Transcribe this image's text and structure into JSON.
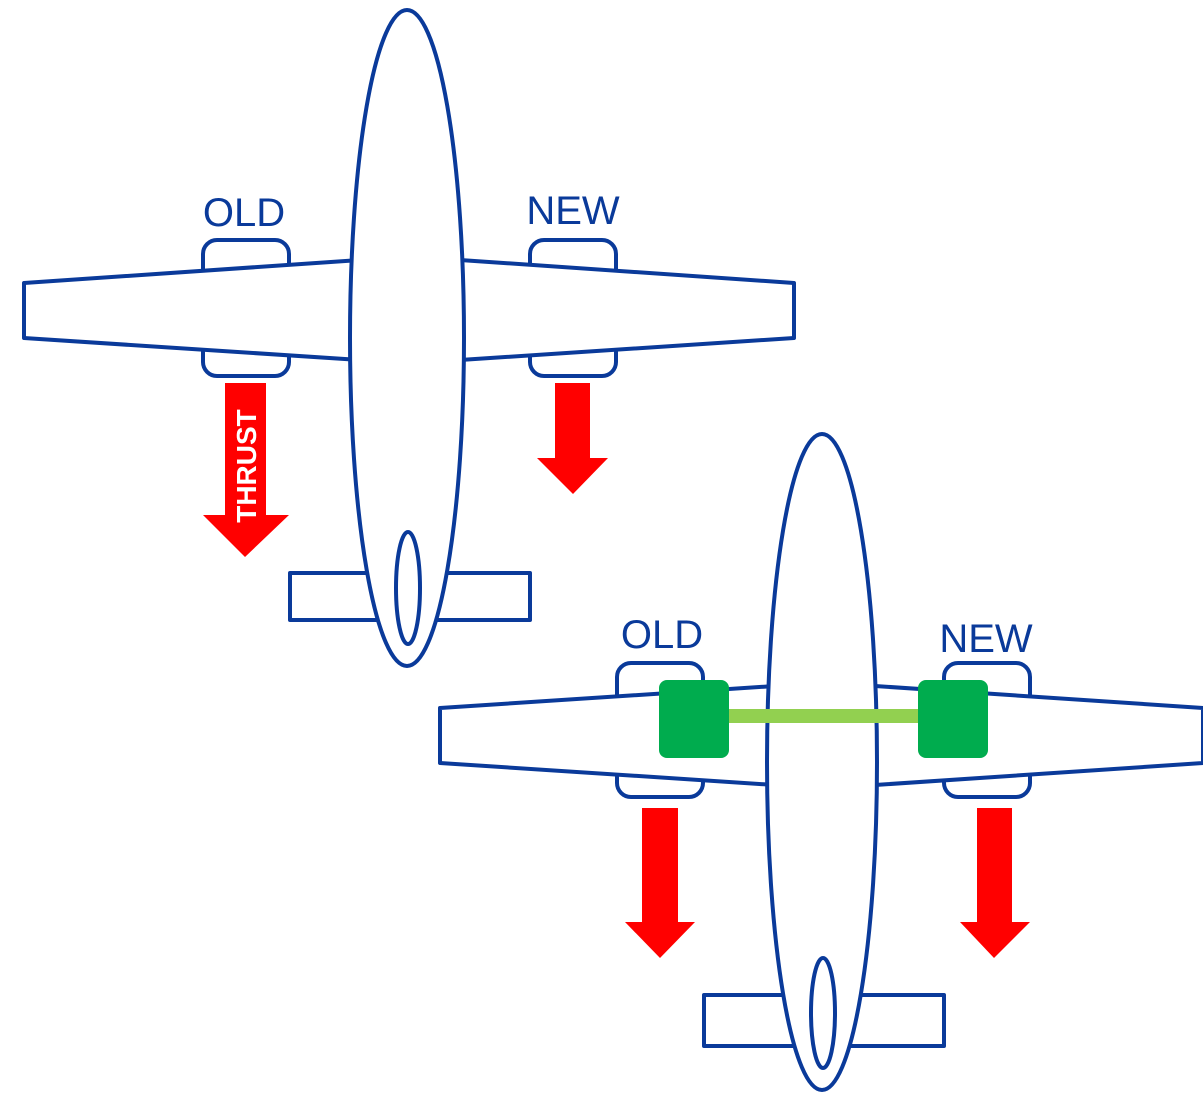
{
  "colors": {
    "outline": "#0a3a9a",
    "arrow": "#ff0000",
    "engine_block": "#00ac4e",
    "shaft": "#92d050",
    "label": "#0a3a9a",
    "thrust_text": "#ffffff"
  },
  "airplane_top": {
    "left_engine_label": "OLD",
    "right_engine_label": "NEW",
    "thrust_label": "THRUST"
  },
  "airplane_bottom": {
    "left_engine_label": "OLD",
    "right_engine_label": "NEW"
  }
}
